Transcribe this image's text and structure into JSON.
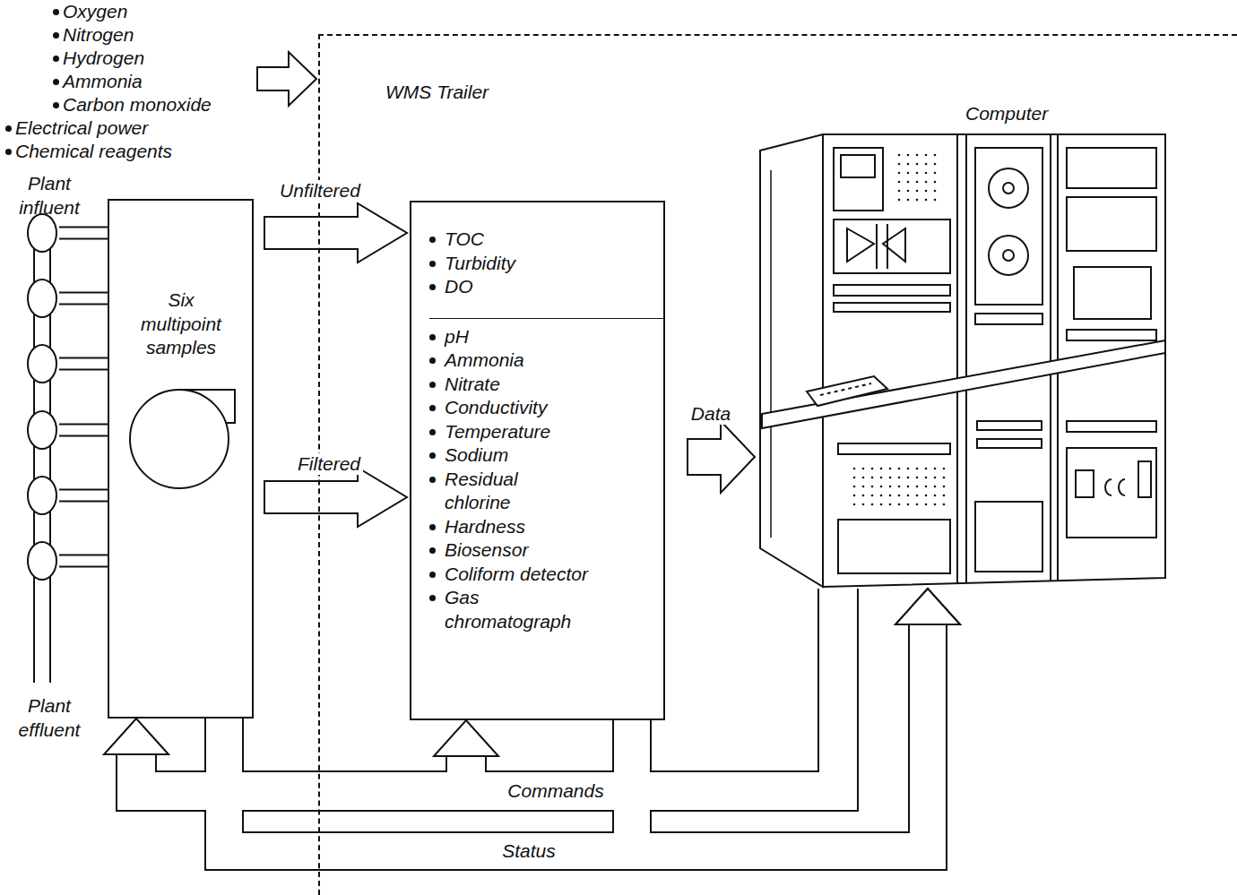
{
  "diagram": {
    "nodes": [
      {
        "text": [
          "Plant influent",
          "Plant effluent"
        ]
      },
      {
        "text": [
          "Six multipoint samples"
        ]
      },
      {
        "text": [
          "WMS Trailer"
        ]
      },
      {
        "text": [
          "TOC",
          "Turbidity",
          "DO",
          "pH",
          "Ammonia",
          "Nitrate",
          "Conductivity",
          "Temperature",
          "Sodium",
          "Residual chlorine",
          "Hardness",
          "Biosensor",
          "Coliform detector",
          "Gas chromatograph"
        ],
        "in": 2
      },
      {
        "text": [
          "Computer"
        ],
        "in": 2
      }
    ],
    "edges": [
      {
        "from": 0,
        "to": 1,
        "arrow": "none"
      },
      {
        "from": 0,
        "to": 1,
        "arrow": "none"
      },
      {
        "from": 0,
        "to": 1,
        "arrow": "none"
      },
      {
        "from": 0,
        "to": 1,
        "arrow": "none"
      },
      {
        "from": 0,
        "to": 1,
        "arrow": "none"
      },
      {
        "from": 0,
        "to": 1,
        "arrow": "none"
      },
      {
        "from": 1,
        "to": 3,
        "label": "Unfiltered",
        "arrow": "to"
      },
      {
        "from": 1,
        "to": 3,
        "label": "Filtered",
        "arrow": "to"
      },
      {
        "from": 3,
        "to": 4,
        "label": "Data",
        "arrow": "to"
      },
      {
        "from": 4,
        "to": 1,
        "label": "Commands",
        "arrow": "to"
      },
      {
        "from": 4,
        "to": 3,
        "arrow": "to"
      },
      {
        "from": 1,
        "to": 4,
        "label": "Status",
        "arrow": "to"
      },
      {
        "from": 3,
        "to": 4,
        "arrow": "to"
      }
    ],
    "labels": [
      "Oxygen",
      "Nitrogen",
      "Hydrogen",
      "Ammonia",
      "Carbon monoxide",
      "Electrical power",
      "Chemical reagents"
    ]
  }
}
